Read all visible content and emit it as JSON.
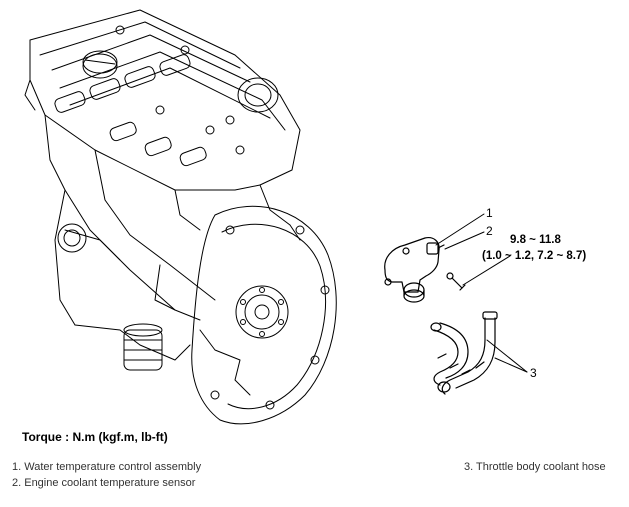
{
  "diagram": {
    "callouts": {
      "c1": "1",
      "c2": "2",
      "c3": "3"
    },
    "torque_value": "9.8 ~ 11.8",
    "torque_value_alt": "(1.0 ~ 1.2, 7.2 ~ 8.7)",
    "torque_title": "Torque : N.m (kgf.m, lb-ft)",
    "legend": {
      "item1": "1. Water temperature control assembly",
      "item2": "2. Engine coolant temperature sensor",
      "item3": "3. Throttle body coolant hose"
    },
    "colors": {
      "line": "#000000",
      "text": "#000000",
      "legend_text": "#333333"
    }
  }
}
